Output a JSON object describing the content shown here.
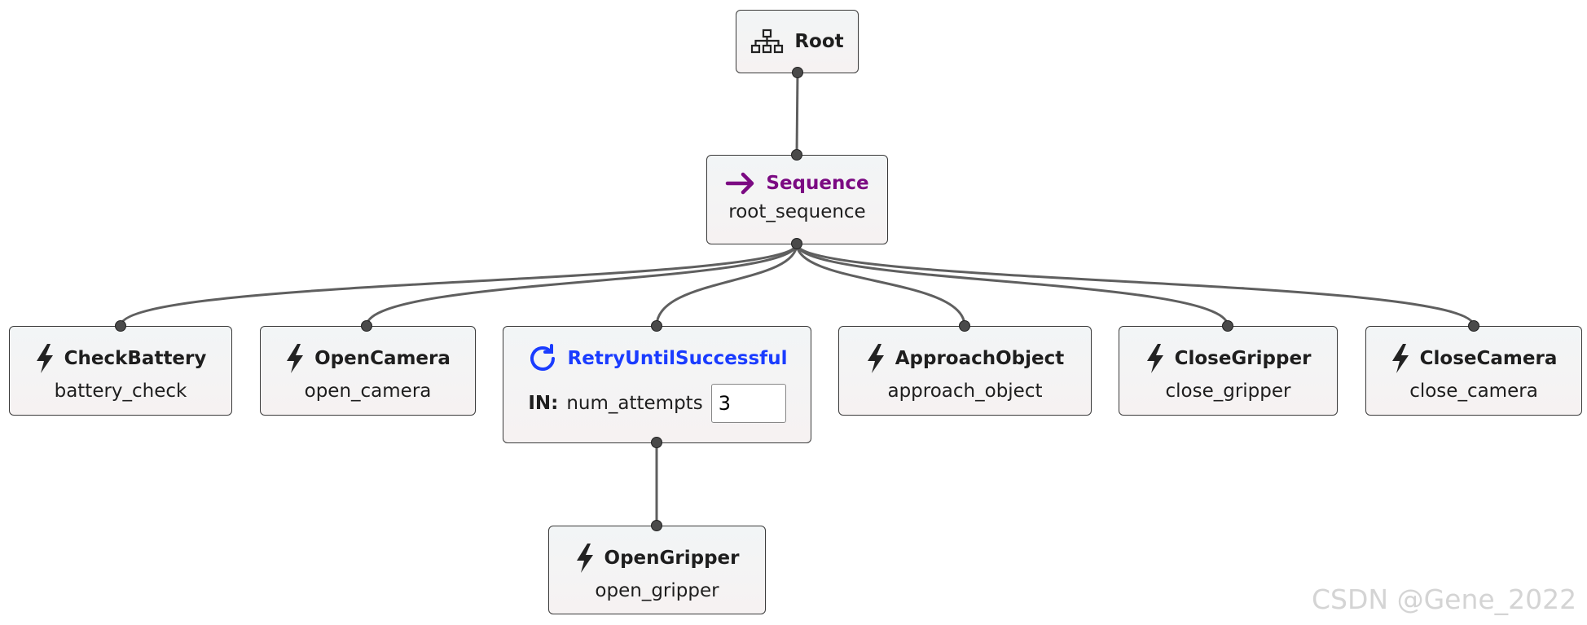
{
  "nodes": {
    "root": {
      "title": "Root",
      "icon": "tree-hierarchy-icon"
    },
    "sequence": {
      "title": "Sequence",
      "name": "root_sequence",
      "icon": "arrow-right-icon",
      "color": "#7b0a82"
    },
    "check_battery": {
      "title": "CheckBattery",
      "name": "battery_check",
      "icon": "lightning-icon"
    },
    "open_camera": {
      "title": "OpenCamera",
      "name": "open_camera",
      "icon": "lightning-icon"
    },
    "retry": {
      "title": "RetryUntilSuccessful",
      "icon": "retry-icon",
      "color": "#1a3cff",
      "port_dir": "IN:",
      "port_name": "num_attempts",
      "port_value": "3"
    },
    "approach_object": {
      "title": "ApproachObject",
      "name": "approach_object",
      "icon": "lightning-icon"
    },
    "close_gripper": {
      "title": "CloseGripper",
      "name": "close_gripper",
      "icon": "lightning-icon"
    },
    "close_camera": {
      "title": "CloseCamera",
      "name": "close_camera",
      "icon": "lightning-icon"
    },
    "open_gripper": {
      "title": "OpenGripper",
      "name": "open_gripper",
      "icon": "lightning-icon"
    }
  },
  "watermark": "CSDN @Gene_2022"
}
